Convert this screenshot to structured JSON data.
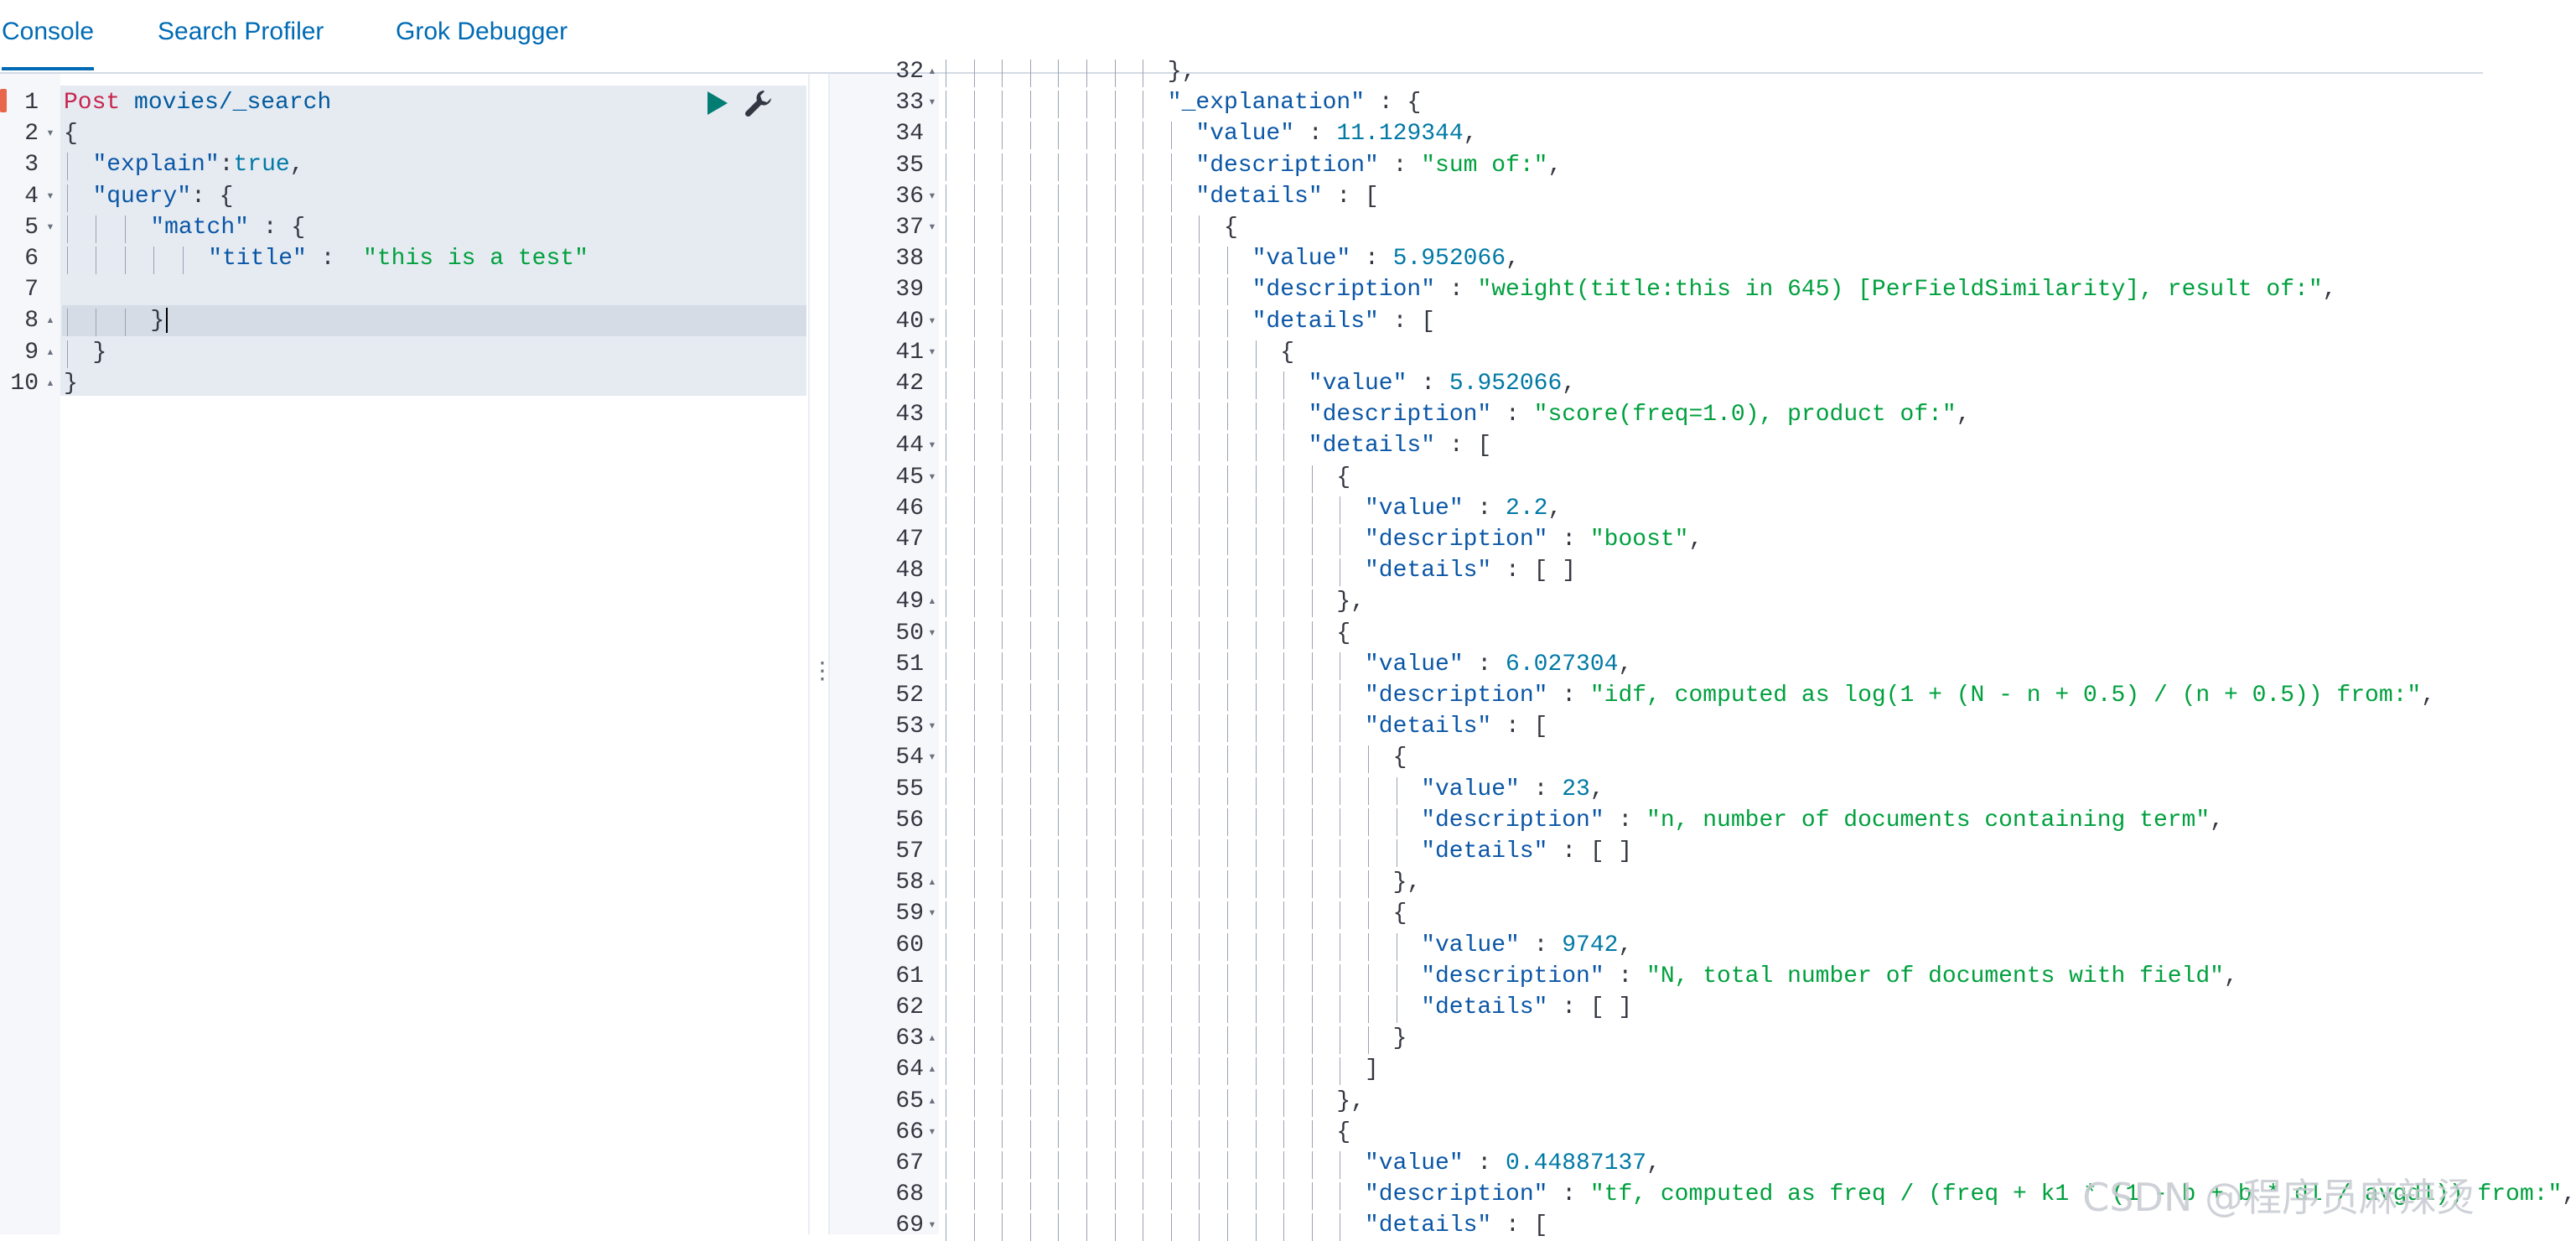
{
  "tabs": [
    {
      "label": "Console",
      "active": true
    },
    {
      "label": "Search Profiler",
      "active": false
    },
    {
      "label": "Grok Debugger",
      "active": false
    }
  ],
  "request": {
    "active_line": 8,
    "lines": [
      {
        "n": "1",
        "fold": "",
        "depth": 0,
        "tokens": [
          [
            "method",
            "Post"
          ],
          [
            "url",
            " movies/_search"
          ]
        ]
      },
      {
        "n": "2",
        "fold": "down",
        "depth": 0,
        "tokens": [
          [
            "punc",
            "{"
          ]
        ]
      },
      {
        "n": "3",
        "fold": "",
        "depth": 1,
        "tokens": [
          [
            "key",
            "\"explain\""
          ],
          [
            "punc",
            ":"
          ],
          [
            "bool",
            "true"
          ],
          [
            "punc",
            ","
          ]
        ]
      },
      {
        "n": "4",
        "fold": "down",
        "depth": 1,
        "tokens": [
          [
            "key",
            "\"query\""
          ],
          [
            "punc",
            ": {"
          ]
        ]
      },
      {
        "n": "5",
        "fold": "down",
        "depth": 3,
        "tokens": [
          [
            "key",
            "\"match\""
          ],
          [
            "punc",
            " : {"
          ]
        ]
      },
      {
        "n": "6",
        "fold": "",
        "depth": 5,
        "tokens": [
          [
            "key",
            "\"title\""
          ],
          [
            "punc",
            " :  "
          ],
          [
            "str",
            "\"this is a test\""
          ]
        ]
      },
      {
        "n": "7",
        "fold": "",
        "depth": 0,
        "tokens": []
      },
      {
        "n": "8",
        "fold": "up",
        "depth": 3,
        "tokens": [
          [
            "punc",
            "}"
          ]
        ],
        "cursor": true
      },
      {
        "n": "9",
        "fold": "up",
        "depth": 1,
        "tokens": [
          [
            "punc",
            "}"
          ]
        ]
      },
      {
        "n": "10",
        "fold": "up",
        "depth": 0,
        "tokens": [
          [
            "punc",
            "}"
          ]
        ]
      }
    ]
  },
  "response": {
    "lines": [
      {
        "n": "32",
        "fold": "up",
        "depth": 8,
        "tokens": [
          [
            "punc",
            "},"
          ]
        ]
      },
      {
        "n": "33",
        "fold": "down",
        "depth": 8,
        "tokens": [
          [
            "key",
            "\"_explanation\""
          ],
          [
            "punc",
            " : {"
          ]
        ]
      },
      {
        "n": "34",
        "fold": "",
        "depth": 9,
        "tokens": [
          [
            "key",
            "\"value\""
          ],
          [
            "punc",
            " : "
          ],
          [
            "num",
            "11.129344"
          ],
          [
            "punc",
            ","
          ]
        ]
      },
      {
        "n": "35",
        "fold": "",
        "depth": 9,
        "tokens": [
          [
            "key",
            "\"description\""
          ],
          [
            "punc",
            " : "
          ],
          [
            "str",
            "\"sum of:\""
          ],
          [
            "punc",
            ","
          ]
        ]
      },
      {
        "n": "36",
        "fold": "down",
        "depth": 9,
        "tokens": [
          [
            "key",
            "\"details\""
          ],
          [
            "punc",
            " : ["
          ]
        ]
      },
      {
        "n": "37",
        "fold": "down",
        "depth": 10,
        "tokens": [
          [
            "punc",
            "{"
          ]
        ]
      },
      {
        "n": "38",
        "fold": "",
        "depth": 11,
        "tokens": [
          [
            "key",
            "\"value\""
          ],
          [
            "punc",
            " : "
          ],
          [
            "num",
            "5.952066"
          ],
          [
            "punc",
            ","
          ]
        ]
      },
      {
        "n": "39",
        "fold": "",
        "depth": 11,
        "tokens": [
          [
            "key",
            "\"description\""
          ],
          [
            "punc",
            " : "
          ],
          [
            "str",
            "\"weight(title:this in 645) [PerFieldSimilarity], result of:\""
          ],
          [
            "punc",
            ","
          ]
        ]
      },
      {
        "n": "40",
        "fold": "down",
        "depth": 11,
        "tokens": [
          [
            "key",
            "\"details\""
          ],
          [
            "punc",
            " : ["
          ]
        ]
      },
      {
        "n": "41",
        "fold": "down",
        "depth": 12,
        "tokens": [
          [
            "punc",
            "{"
          ]
        ]
      },
      {
        "n": "42",
        "fold": "",
        "depth": 13,
        "tokens": [
          [
            "key",
            "\"value\""
          ],
          [
            "punc",
            " : "
          ],
          [
            "num",
            "5.952066"
          ],
          [
            "punc",
            ","
          ]
        ]
      },
      {
        "n": "43",
        "fold": "",
        "depth": 13,
        "tokens": [
          [
            "key",
            "\"description\""
          ],
          [
            "punc",
            " : "
          ],
          [
            "str",
            "\"score(freq=1.0), product of:\""
          ],
          [
            "punc",
            ","
          ]
        ]
      },
      {
        "n": "44",
        "fold": "down",
        "depth": 13,
        "tokens": [
          [
            "key",
            "\"details\""
          ],
          [
            "punc",
            " : ["
          ]
        ]
      },
      {
        "n": "45",
        "fold": "down",
        "depth": 14,
        "tokens": [
          [
            "punc",
            "{"
          ]
        ]
      },
      {
        "n": "46",
        "fold": "",
        "depth": 15,
        "tokens": [
          [
            "key",
            "\"value\""
          ],
          [
            "punc",
            " : "
          ],
          [
            "num",
            "2.2"
          ],
          [
            "punc",
            ","
          ]
        ]
      },
      {
        "n": "47",
        "fold": "",
        "depth": 15,
        "tokens": [
          [
            "key",
            "\"description\""
          ],
          [
            "punc",
            " : "
          ],
          [
            "str",
            "\"boost\""
          ],
          [
            "punc",
            ","
          ]
        ]
      },
      {
        "n": "48",
        "fold": "",
        "depth": 15,
        "tokens": [
          [
            "key",
            "\"details\""
          ],
          [
            "punc",
            " : [ ]"
          ]
        ]
      },
      {
        "n": "49",
        "fold": "up",
        "depth": 14,
        "tokens": [
          [
            "punc",
            "},"
          ]
        ]
      },
      {
        "n": "50",
        "fold": "down",
        "depth": 14,
        "tokens": [
          [
            "punc",
            "{"
          ]
        ]
      },
      {
        "n": "51",
        "fold": "",
        "depth": 15,
        "tokens": [
          [
            "key",
            "\"value\""
          ],
          [
            "punc",
            " : "
          ],
          [
            "num",
            "6.027304"
          ],
          [
            "punc",
            ","
          ]
        ]
      },
      {
        "n": "52",
        "fold": "",
        "depth": 15,
        "tokens": [
          [
            "key",
            "\"description\""
          ],
          [
            "punc",
            " : "
          ],
          [
            "str",
            "\"idf, computed as log(1 + (N - n + 0.5) / (n + 0.5)) from:\""
          ],
          [
            "punc",
            ","
          ]
        ]
      },
      {
        "n": "53",
        "fold": "down",
        "depth": 15,
        "tokens": [
          [
            "key",
            "\"details\""
          ],
          [
            "punc",
            " : ["
          ]
        ]
      },
      {
        "n": "54",
        "fold": "down",
        "depth": 16,
        "tokens": [
          [
            "punc",
            "{"
          ]
        ]
      },
      {
        "n": "55",
        "fold": "",
        "depth": 17,
        "tokens": [
          [
            "key",
            "\"value\""
          ],
          [
            "punc",
            " : "
          ],
          [
            "num",
            "23"
          ],
          [
            "punc",
            ","
          ]
        ]
      },
      {
        "n": "56",
        "fold": "",
        "depth": 17,
        "tokens": [
          [
            "key",
            "\"description\""
          ],
          [
            "punc",
            " : "
          ],
          [
            "str",
            "\"n, number of documents containing term\""
          ],
          [
            "punc",
            ","
          ]
        ]
      },
      {
        "n": "57",
        "fold": "",
        "depth": 17,
        "tokens": [
          [
            "key",
            "\"details\""
          ],
          [
            "punc",
            " : [ ]"
          ]
        ]
      },
      {
        "n": "58",
        "fold": "up",
        "depth": 16,
        "tokens": [
          [
            "punc",
            "},"
          ]
        ]
      },
      {
        "n": "59",
        "fold": "down",
        "depth": 16,
        "tokens": [
          [
            "punc",
            "{"
          ]
        ]
      },
      {
        "n": "60",
        "fold": "",
        "depth": 17,
        "tokens": [
          [
            "key",
            "\"value\""
          ],
          [
            "punc",
            " : "
          ],
          [
            "num",
            "9742"
          ],
          [
            "punc",
            ","
          ]
        ]
      },
      {
        "n": "61",
        "fold": "",
        "depth": 17,
        "tokens": [
          [
            "key",
            "\"description\""
          ],
          [
            "punc",
            " : "
          ],
          [
            "str",
            "\"N, total number of documents with field\""
          ],
          [
            "punc",
            ","
          ]
        ]
      },
      {
        "n": "62",
        "fold": "",
        "depth": 17,
        "tokens": [
          [
            "key",
            "\"details\""
          ],
          [
            "punc",
            " : [ ]"
          ]
        ]
      },
      {
        "n": "63",
        "fold": "up",
        "depth": 16,
        "tokens": [
          [
            "punc",
            "}"
          ]
        ]
      },
      {
        "n": "64",
        "fold": "up",
        "depth": 15,
        "tokens": [
          [
            "punc",
            "]"
          ]
        ]
      },
      {
        "n": "65",
        "fold": "up",
        "depth": 14,
        "tokens": [
          [
            "punc",
            "},"
          ]
        ]
      },
      {
        "n": "66",
        "fold": "down",
        "depth": 14,
        "tokens": [
          [
            "punc",
            "{"
          ]
        ]
      },
      {
        "n": "67",
        "fold": "",
        "depth": 15,
        "tokens": [
          [
            "key",
            "\"value\""
          ],
          [
            "punc",
            " : "
          ],
          [
            "num",
            "0.44887137"
          ],
          [
            "punc",
            ","
          ]
        ]
      },
      {
        "n": "68",
        "fold": "",
        "depth": 15,
        "tokens": [
          [
            "key",
            "\"description\""
          ],
          [
            "punc",
            " : "
          ],
          [
            "str",
            "\"tf, computed as freq / (freq + k1 * (1 - b + b * dl / avgdl)) from:\""
          ],
          [
            "punc",
            ","
          ]
        ]
      },
      {
        "n": "69",
        "fold": "down",
        "depth": 15,
        "tokens": [
          [
            "key",
            "\"details\""
          ],
          [
            "punc",
            " : ["
          ]
        ]
      }
    ]
  },
  "watermark": "CSDN @程序员麻辣烫",
  "icons": {
    "run": "play-icon",
    "settings": "wrench-icon",
    "resize": "drag-handle-icon"
  },
  "colors": {
    "accent": "#006bb4",
    "string": "#00a03e",
    "key": "#0a56a6",
    "method": "#c7254e"
  }
}
